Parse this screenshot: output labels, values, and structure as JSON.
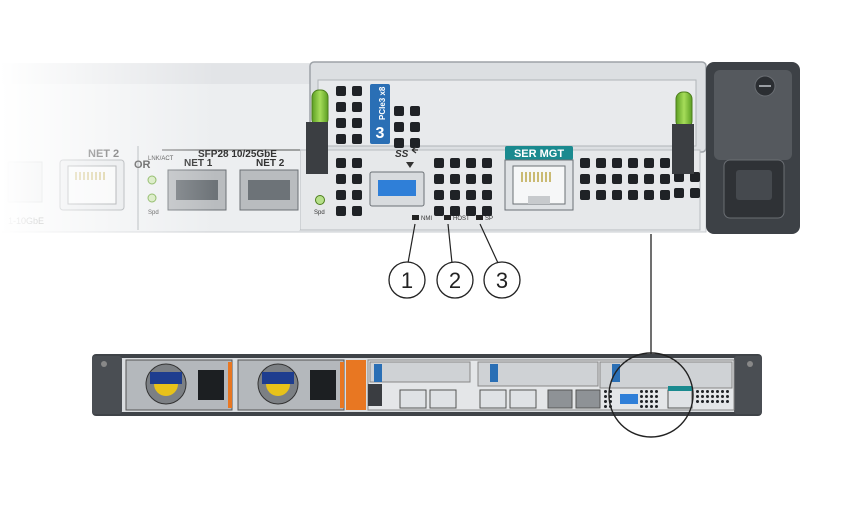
{
  "panel": {
    "sfp_title": "SFP28 10/25GbE",
    "net1_label": "NET 1",
    "net2_label": "NET 2",
    "net2_left_label": "NET 2",
    "or_label": "OR",
    "lnk_act_label": "LNK/ACT",
    "spd_label": "Spd",
    "link_speed_label": "1-10GbE",
    "pcie_slot": "3",
    "pcie_text": "PCIe3 x8",
    "usb_label": "SS",
    "ser_mgt_label": "SER MGT",
    "nmi_label": "NMI",
    "host_label": "HOST",
    "sp_label": "SP"
  },
  "callouts": [
    {
      "number": "1"
    },
    {
      "number": "2"
    },
    {
      "number": "3"
    }
  ],
  "colors": {
    "chassis": "#e6e8ea",
    "chassis_dark": "#b8bcc0",
    "pcie_blue": "#2a6fb5",
    "ser_mgt_teal": "#1a8a8f",
    "usb_blue": "#2f7fd8",
    "latch_green": "#7fbf3a",
    "psu_orange": "#e87722"
  }
}
